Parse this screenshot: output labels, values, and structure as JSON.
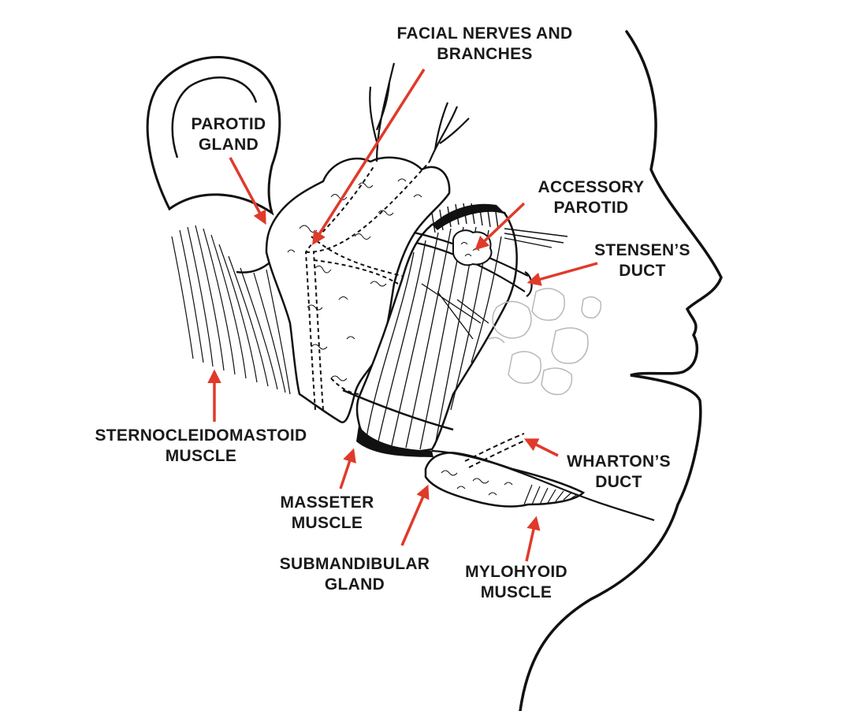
{
  "labels": {
    "facial_nerves": {
      "line1": "FACIAL NERVES AND",
      "line2": "BRANCHES"
    },
    "parotid_gland": {
      "line1": "PAROTID",
      "line2": "GLAND"
    },
    "accessory_parotid": {
      "line1": "ACCESSORY",
      "line2": "PAROTID"
    },
    "stensens_duct": {
      "line1": "STENSEN’S",
      "line2": "DUCT"
    },
    "sternocleidomastoid": {
      "line1": "STERNOCLEIDOMASTOID",
      "line2": "MUSCLE"
    },
    "whartons_duct": {
      "line1": "WHARTON’S",
      "line2": "DUCT"
    },
    "masseter": {
      "line1": "MASSETER",
      "line2": "MUSCLE"
    },
    "submandibular": {
      "line1": "SUBMANDIBULAR",
      "line2": "GLAND"
    },
    "mylohyoid": {
      "line1": "MYLOHYOID",
      "line2": "MUSCLE"
    }
  },
  "colors": {
    "arrow": "#e03a2a",
    "line": "#111111",
    "label": "#1a1a1a",
    "faint": "#b8b8b8"
  }
}
